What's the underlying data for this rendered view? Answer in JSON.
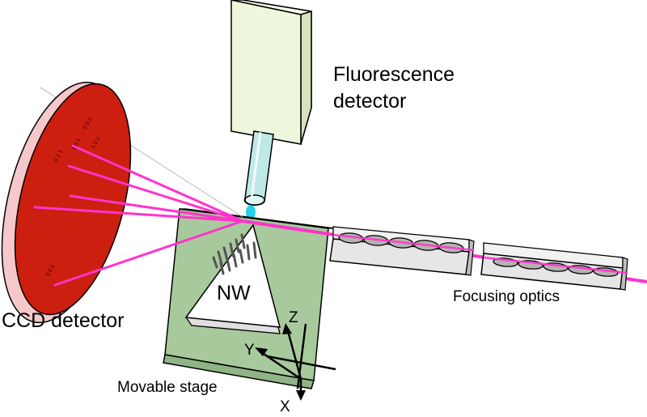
{
  "labels": {
    "fluorescence_line1": "Fluorescence",
    "fluorescence_line2": "detector",
    "ccd": "CCD detector",
    "nw": "NW",
    "stage": "Movable stage",
    "optics": "Focusing optics"
  },
  "axes": {
    "x": "X",
    "y": "Y",
    "z": "Z"
  },
  "ccd_marks": [
    "0 0 2",
    "1 0 1",
    "0 1 1",
    "1 0 2",
    "0 0 1"
  ],
  "colors": {
    "beam": "#ff33cc",
    "ccd_face": "#cc1f10",
    "ccd_rim": "#f6c8cc",
    "stage": "#a8c99c",
    "detector_body": "#eef7dc",
    "detector_nose": "#bfe9e6",
    "fluor_spot": "#00c8e8",
    "lens": "#b3b3b3"
  }
}
